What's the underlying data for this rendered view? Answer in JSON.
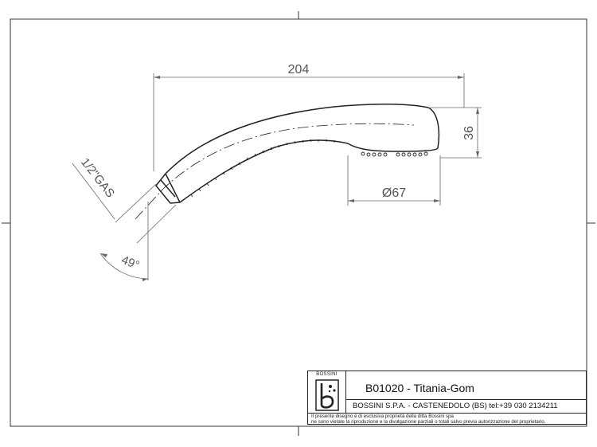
{
  "drawing": {
    "dimensions": {
      "length": "204",
      "height": "36",
      "diameter": "Ø67",
      "thread": "1/2\"GAS",
      "angle": "49°"
    }
  },
  "title_block": {
    "brand": "BOSSINI",
    "product": "B01020 - Titania-Gom",
    "company": "BOSSINI S.P.A. - CASTENEDOLO (BS) tel:+39 030 2134211",
    "notice_line1": "Il presente disegno è di esclusiva proprietà della ditta Bossini spa",
    "notice_line2": "ne sono vietate la riproduzione e la divulgazione parziali o totali salvo previa autorizzazione del proprietario."
  },
  "colors": {
    "line": "#222222",
    "dimension": "#666666"
  }
}
